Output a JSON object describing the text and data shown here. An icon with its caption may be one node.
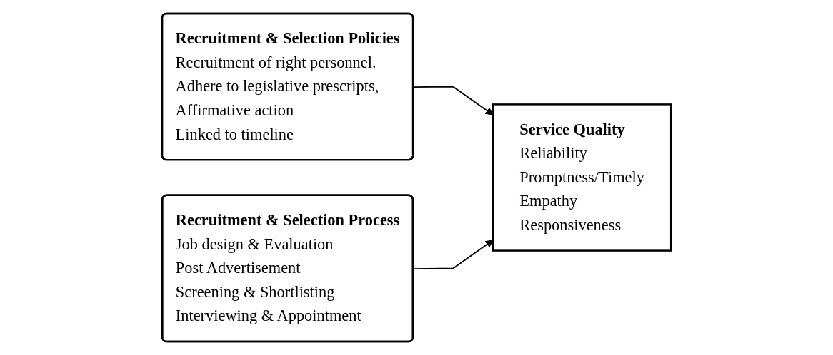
{
  "diagram": {
    "nodes": [
      {
        "text": [
          "Recruitment & Selection Policies",
          "Recruitment of right personnel.",
          "Adhere to legislative prescripts,",
          "Affirmative action",
          "Linked to timeline"
        ]
      },
      {
        "text": [
          "Recruitment & Selection Process",
          "Job design & Evaluation",
          "Post Advertisement",
          "Screening & Shortlisting",
          "Interviewing & Appointment"
        ]
      },
      {
        "text": [
          "Service Quality",
          "Reliability",
          "Promptness/Timely",
          "Empathy",
          "Responsiveness"
        ]
      }
    ],
    "edges": [
      {
        "from": 0,
        "to": 2,
        "arrow": "to"
      },
      {
        "from": 1,
        "to": 2,
        "arrow": "to"
      }
    ]
  }
}
